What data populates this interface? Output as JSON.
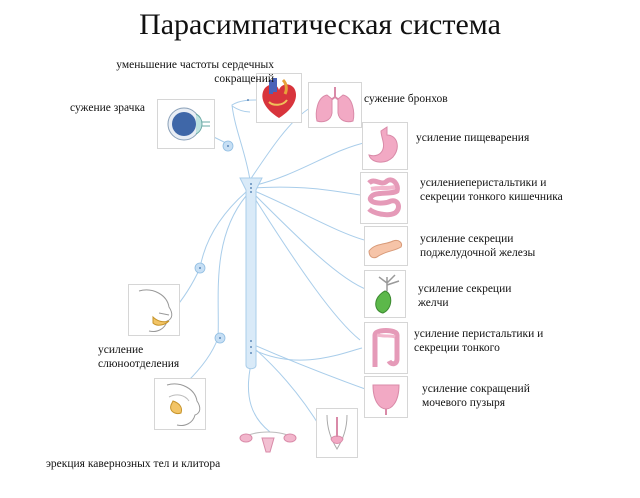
{
  "title": "Парасимпатическая система",
  "labels": {
    "heart": [
      "уменьшение частоты сердечных",
      "сокращений"
    ],
    "bronchi": "сужение бронхов",
    "pupil": "сужение зрачка",
    "digestion": "усиление пищеварения",
    "small_intestine": [
      "усилениеперистальтики и",
      "секреции тонкого кишечника"
    ],
    "pancreas": [
      "усиление секреции",
      "поджелудочной железы"
    ],
    "bile": [
      "усиление секреции",
      "желчи"
    ],
    "colon": [
      "усиление перистальтики и",
      "секреции тонкого"
    ],
    "saliva": [
      "усиление",
      "слюноотделения"
    ],
    "bladder": [
      "усиление сокращений",
      "мочевого пузыря"
    ],
    "erection": "эрекция кавернозных тел и клитора"
  },
  "colors": {
    "nerve": "#9cc6e8",
    "spine": "#cfe4f7",
    "organ_pink": "#f2a9c4",
    "heart_red": "#d8343c",
    "heart_blue": "#4a63b8",
    "gallbladder_green": "#5cb84a",
    "box_border": "#d6d6d6"
  },
  "icons": [
    "heart-icon",
    "lungs-icon",
    "eye-icon",
    "stomach-icon",
    "intestine-icon",
    "pancreas-icon",
    "gallbladder-icon",
    "colon-icon",
    "face-saliva-icon",
    "face-tear-icon",
    "bladder-icon",
    "genitals-icon",
    "uterus-icon"
  ]
}
